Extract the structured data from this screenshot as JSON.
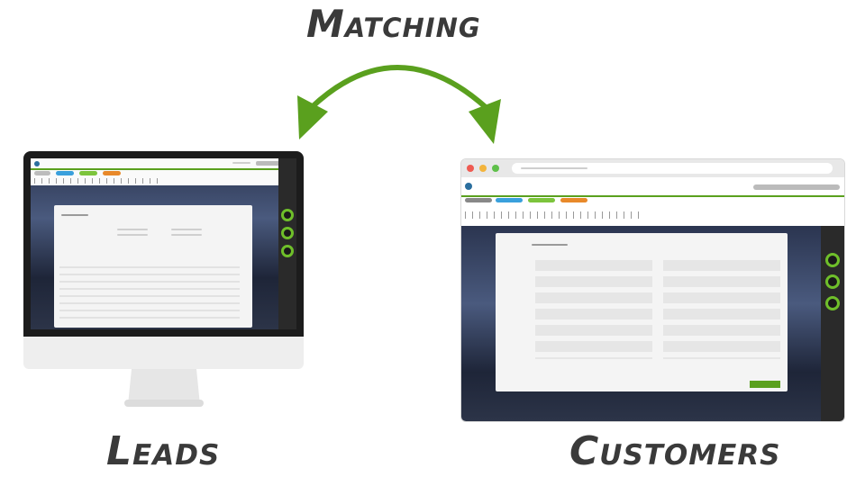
{
  "title": "Matching",
  "left_label": "Leads",
  "right_label": "Customers",
  "colors": {
    "arrow": "#5aa01e",
    "text": "#3a3a3a",
    "accent_green": "#5aa01e",
    "tab_blue": "#3aa0dc",
    "tab_orange": "#e8892a"
  }
}
